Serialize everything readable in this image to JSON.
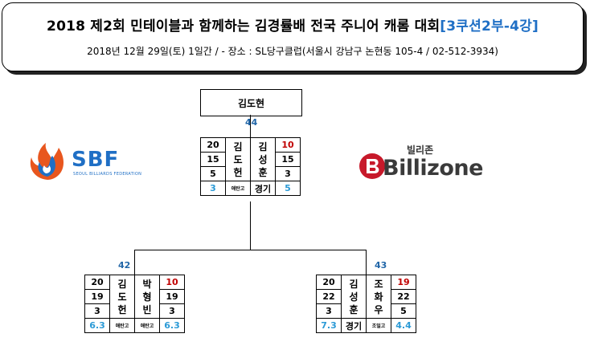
{
  "header": {
    "title_main": "2018 제2회 민테이블과 함께하는 김경률배 전국 주니어 캐롬 대회",
    "title_highlight": "[3쿠션2부-4강]",
    "subtitle": "2018년  12월 29일(토) 1일간 / - 장소 : SL당구클럽(서울시 강남구 논현동 105-4 / 02-512-3934)"
  },
  "logos": {
    "left": {
      "icon": "sbf-flame-icon",
      "text": "SBF",
      "subtext": "SEOUL BILLIARDS FEDERATION",
      "color": "#1f6fc5",
      "accent": "#e8561e"
    },
    "right": {
      "icon": "billizone-b-icon",
      "text_top": "빌리존",
      "text_main": "Billizone",
      "color": "#3a3a3a",
      "accent": "#c7192a"
    }
  },
  "bracket": {
    "winner": "김도현",
    "final": {
      "match_no": "44",
      "left": {
        "scores": [
          "20",
          "15",
          "5"
        ],
        "name": [
          "김",
          "도",
          "헌"
        ],
        "bottom_score": "3",
        "bottom_label": "애탄고"
      },
      "right": {
        "scores": [
          "10",
          "15",
          "3"
        ],
        "name": [
          "김",
          "성",
          "훈"
        ],
        "bottom_score": "5",
        "bottom_label": "경기"
      }
    },
    "semi1": {
      "match_no": "42",
      "left": {
        "scores": [
          "20",
          "19",
          "3"
        ],
        "name": [
          "김",
          "도",
          "헌"
        ],
        "bottom_score": "6.3",
        "bottom_label": "애탄고"
      },
      "right": {
        "scores": [
          "10",
          "19",
          "3"
        ],
        "name": [
          "박",
          "형",
          "빈"
        ],
        "bottom_score": "6.3",
        "bottom_label": "애탄고"
      }
    },
    "semi2": {
      "match_no": "43",
      "left": {
        "scores": [
          "20",
          "22",
          "3"
        ],
        "name": [
          "김",
          "성",
          "훈"
        ],
        "bottom_score": "7.3",
        "bottom_label": "경기"
      },
      "right": {
        "scores": [
          "19",
          "22",
          "5"
        ],
        "name": [
          "조",
          "화",
          "우"
        ],
        "bottom_score": "4.4",
        "bottom_label": "조일고"
      }
    }
  },
  "colors": {
    "red": "#c00000",
    "blue_score": "#2b9ad6",
    "match_no": "#2166a8",
    "title_highlight": "#1f6fc5"
  }
}
